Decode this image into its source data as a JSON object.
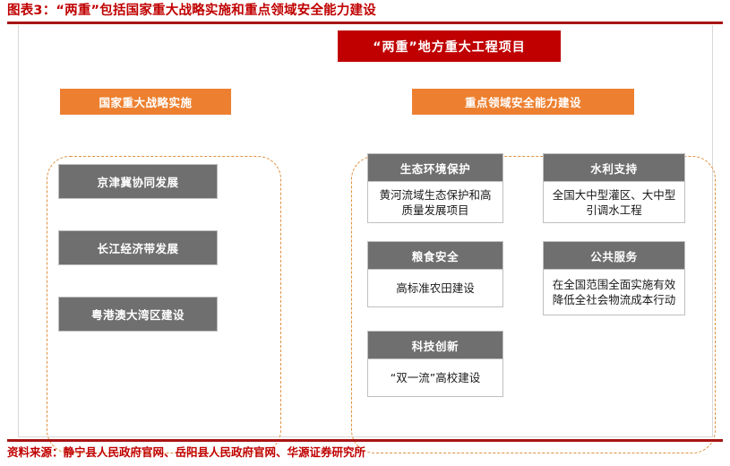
{
  "title": "图表3：“两重”包括国家重大战略实施和重点领域安全能力建设",
  "source_note": "资料来源：静宁县人民政府官网、岳阳县人民政府官网、华源证券研究所",
  "colors": {
    "accent_red": "#C00000",
    "rule_red": "#A81414",
    "accent_orange": "#ED8030",
    "dashed_orange": "#E0913E",
    "node_gray": "#706F6F",
    "border_gray": "#BFBFBF"
  },
  "diagram": {
    "root": {
      "label": "“两重”地方重大工程项目"
    },
    "branches": [
      {
        "id": "national-strategy",
        "label": "国家重大战略实施"
      },
      {
        "id": "key-area-security",
        "label": "重点领域安全能力建设"
      }
    ],
    "left_group": {
      "items": [
        {
          "id": "jingjinji",
          "label": "京津冀协同发展"
        },
        {
          "id": "changjiang",
          "label": "长江经济带发展"
        },
        {
          "id": "yuegangao",
          "label": "粤港澳大湾区建设"
        }
      ]
    },
    "right_group": {
      "cards": [
        {
          "id": "eco",
          "head": "生态环境保护",
          "body": "黄河流域生态保护和高质量发展项目"
        },
        {
          "id": "water",
          "head": "水利支持",
          "body": "全国大中型灌区、大中型引调水工程"
        },
        {
          "id": "food",
          "head": "粮食安全",
          "body": "高标准农田建设"
        },
        {
          "id": "public",
          "head": "公共服务",
          "body": "在全国范围全面实施有效降低全社会物流成本行动"
        },
        {
          "id": "tech",
          "head": "科技创新",
          "body": "“双一流”高校建设"
        }
      ]
    }
  }
}
